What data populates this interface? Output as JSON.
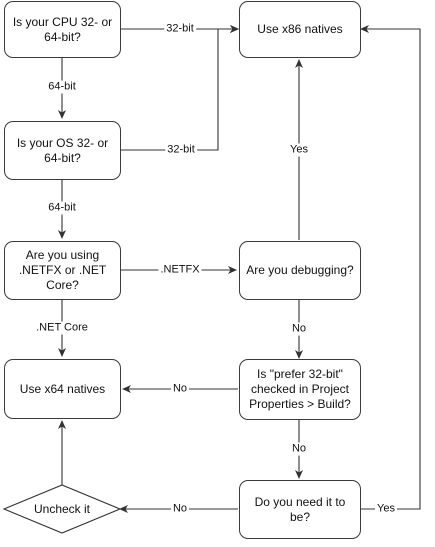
{
  "nodes": {
    "cpu_question": "Is your CPU 32- or\n64-bit?",
    "use_x86": "Use x86 natives",
    "os_question": "Is your OS 32- or\n64-bit?",
    "framework_question": "Are you using\n.NETFX or .NET\nCore?",
    "debugging_question": "Are you debugging?",
    "use_x64": "Use x64 natives",
    "prefer32_question": "Is \"prefer 32-bit\"\nchecked in Project\nProperties > Build?",
    "need_question": "Do you need it to be?",
    "uncheck": "Uncheck it"
  },
  "edges": {
    "cpu_32": "32-bit",
    "cpu_64": "64-bit",
    "os_32": "32-bit",
    "os_64": "64-bit",
    "netfx": ".NETFX",
    "netcore": ".NET Core",
    "debug_yes": "Yes",
    "debug_no": "No",
    "prefer_no": "No",
    "prefer_yes": "No",
    "need_no": "No",
    "need_yes": "Yes"
  }
}
